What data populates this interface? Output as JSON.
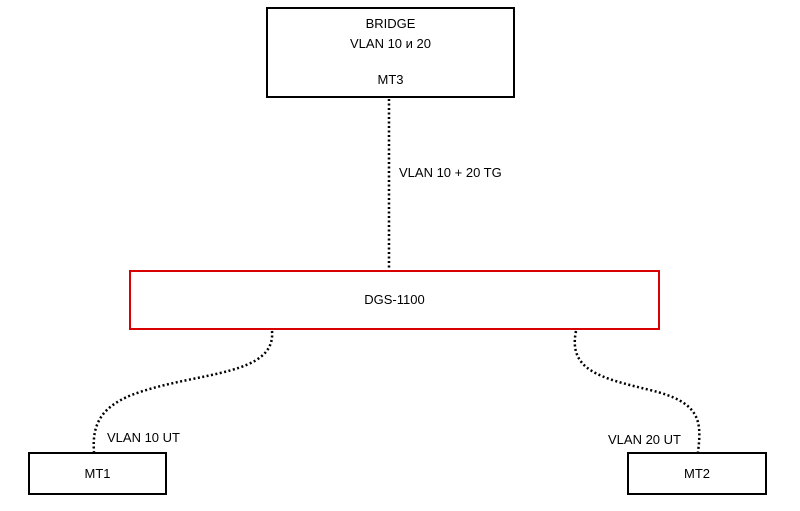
{
  "nodes": {
    "bridge": {
      "line1": "BRIDGE",
      "line2": "VLAN 10 и 20",
      "line3": "MT3"
    },
    "switch": {
      "label": "DGS-1100",
      "border_color": "#d80000"
    },
    "mt1": {
      "label": "MT1"
    },
    "mt2": {
      "label": "MT2"
    }
  },
  "links": {
    "trunk": {
      "label": "VLAN 10 + 20 TG",
      "style": "dotted"
    },
    "to_mt1": {
      "label": "VLAN 10 UT",
      "style": "dotted"
    },
    "to_mt2": {
      "label": "VLAN 20 UT",
      "style": "dotted"
    }
  }
}
